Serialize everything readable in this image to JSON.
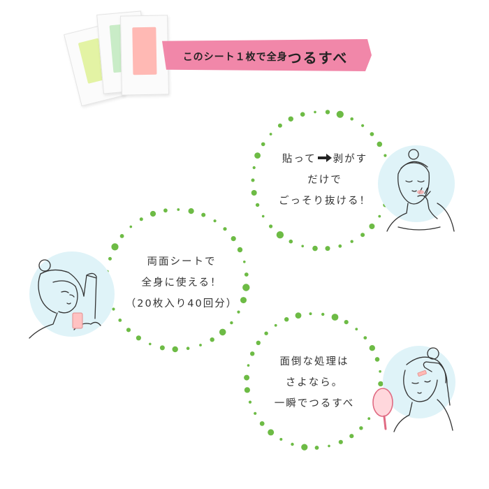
{
  "headline": {
    "lead": "このシート１枚で全身",
    "emphasis": "つるすべ",
    "banner_color": "#f07aa0"
  },
  "product_sheets": [
    {
      "name": "yellow-green-sheet",
      "color": "#e3f3a4"
    },
    {
      "name": "green-sheet",
      "color": "#c9ecc7"
    },
    {
      "name": "pink-sheet",
      "color": "#ffb9b4"
    }
  ],
  "colors": {
    "dot_green": "#6dbb45",
    "avatar_bg": "#dff3f8",
    "line_art": "#333333"
  },
  "bubbles": [
    {
      "id": "paste-peel",
      "lines": [
        "貼って",
        "剥がす",
        "だけで",
        "ごっそり抜ける！"
      ],
      "arrow_icon": "right-arrow-icon"
    },
    {
      "id": "double-sided",
      "lines": [
        "両面シートで",
        "全身に使える！",
        "（20枚入り40回分）"
      ]
    },
    {
      "id": "no-hassle",
      "lines": [
        "面倒な処理は",
        "さよなら。",
        "一瞬でつるすべ"
      ]
    }
  ]
}
